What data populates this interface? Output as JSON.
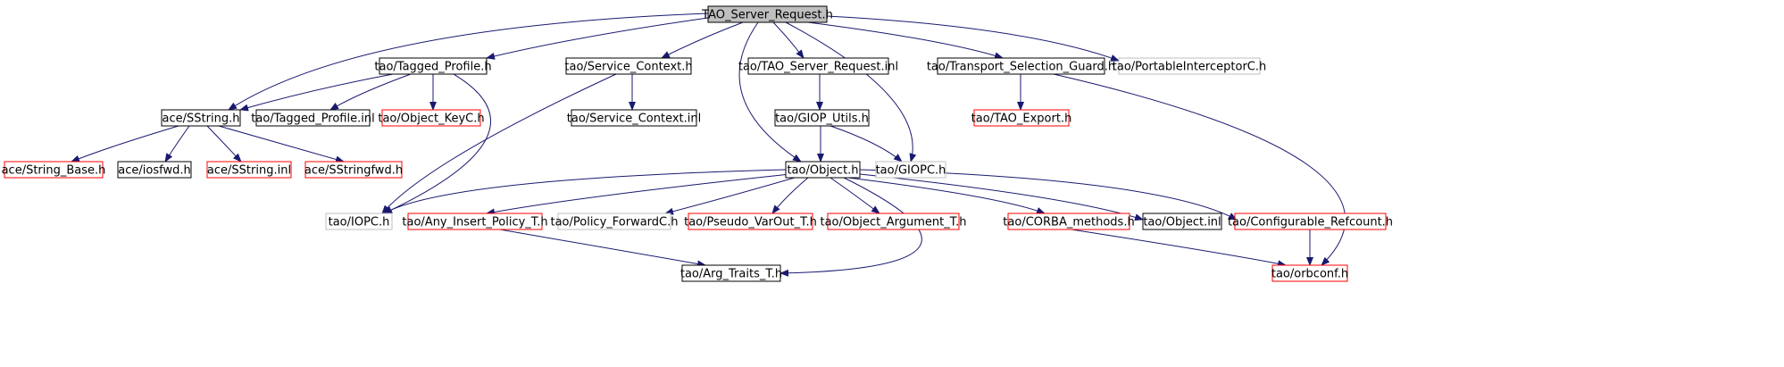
{
  "graph": {
    "nodes": [
      {
        "id": "root",
        "label": "TAO_Server_Request.h",
        "style": "root"
      },
      {
        "id": "tagged_profile_h",
        "label": "tao/Tagged_Profile.h",
        "style": "black"
      },
      {
        "id": "service_context_h",
        "label": "tao/Service_Context.h",
        "style": "black"
      },
      {
        "id": "tao_server_request_inl",
        "label": "tao/TAO_Server_Request.inl",
        "style": "black"
      },
      {
        "id": "transport_selection_guard_h",
        "label": "tao/Transport_Selection_Guard.h",
        "style": "black"
      },
      {
        "id": "portable_interceptorc_h",
        "label": "tao/PortableInterceptorC.h",
        "style": "gray"
      },
      {
        "id": "sstring_h",
        "label": "ace/SString.h",
        "style": "black"
      },
      {
        "id": "tagged_profile_inl",
        "label": "tao/Tagged_Profile.inl",
        "style": "black"
      },
      {
        "id": "object_keyc_h",
        "label": "tao/Object_KeyC.h",
        "style": "red"
      },
      {
        "id": "service_context_inl",
        "label": "tao/Service_Context.inl",
        "style": "black"
      },
      {
        "id": "giop_utils_h",
        "label": "tao/GIOP_Utils.h",
        "style": "black"
      },
      {
        "id": "tao_export_h",
        "label": "tao/TAO_Export.h",
        "style": "red"
      },
      {
        "id": "string_base_h",
        "label": "ace/String_Base.h",
        "style": "red"
      },
      {
        "id": "iosfwd_h",
        "label": "ace/iosfwd.h",
        "style": "black"
      },
      {
        "id": "sstring_inl",
        "label": "ace/SString.inl",
        "style": "red"
      },
      {
        "id": "sstringfwd_h",
        "label": "ace/SStringfwd.h",
        "style": "red"
      },
      {
        "id": "object_h",
        "label": "tao/Object.h",
        "style": "black"
      },
      {
        "id": "giopc_h",
        "label": "tao/GIOPC.h",
        "style": "gray"
      },
      {
        "id": "iopc_h",
        "label": "tao/IOPC.h",
        "style": "gray"
      },
      {
        "id": "any_insert_policy_t_h",
        "label": "tao/Any_Insert_Policy_T.h",
        "style": "red"
      },
      {
        "id": "policy_forwardc_h",
        "label": "tao/Policy_ForwardC.h",
        "style": "gray"
      },
      {
        "id": "pseudo_varout_t_h",
        "label": "tao/Pseudo_VarOut_T.h",
        "style": "red"
      },
      {
        "id": "object_argument_t_h",
        "label": "tao/Object_Argument_T.h",
        "style": "red"
      },
      {
        "id": "corba_methods_h",
        "label": "tao/CORBA_methods.h",
        "style": "red"
      },
      {
        "id": "object_inl",
        "label": "tao/Object.inl",
        "style": "black"
      },
      {
        "id": "configurable_refcount_h",
        "label": "tao/Configurable_Refcount.h",
        "style": "red"
      },
      {
        "id": "arg_traits_t_h",
        "label": "tao/Arg_Traits_T.h",
        "style": "black"
      },
      {
        "id": "orbconf_h",
        "label": "tao/orbconf.h",
        "style": "red"
      }
    ],
    "edges": [
      {
        "from": "root",
        "to": "sstring_h"
      },
      {
        "from": "root",
        "to": "tagged_profile_h"
      },
      {
        "from": "root",
        "to": "service_context_h"
      },
      {
        "from": "root",
        "to": "object_h"
      },
      {
        "from": "root",
        "to": "tao_server_request_inl"
      },
      {
        "from": "root",
        "to": "giopc_h"
      },
      {
        "from": "root",
        "to": "transport_selection_guard_h"
      },
      {
        "from": "root",
        "to": "portable_interceptorc_h"
      },
      {
        "from": "tagged_profile_h",
        "to": "sstring_h"
      },
      {
        "from": "tagged_profile_h",
        "to": "tagged_profile_inl"
      },
      {
        "from": "tagged_profile_h",
        "to": "object_keyc_h"
      },
      {
        "from": "tagged_profile_h",
        "to": "iopc_h"
      },
      {
        "from": "service_context_h",
        "to": "service_context_inl"
      },
      {
        "from": "service_context_h",
        "to": "iopc_h"
      },
      {
        "from": "tao_server_request_inl",
        "to": "giop_utils_h"
      },
      {
        "from": "transport_selection_guard_h",
        "to": "tao_export_h"
      },
      {
        "from": "transport_selection_guard_h",
        "to": "orbconf_h"
      },
      {
        "from": "sstring_h",
        "to": "string_base_h"
      },
      {
        "from": "sstring_h",
        "to": "iosfwd_h"
      },
      {
        "from": "sstring_h",
        "to": "sstring_inl"
      },
      {
        "from": "sstring_h",
        "to": "sstringfwd_h"
      },
      {
        "from": "giop_utils_h",
        "to": "object_h"
      },
      {
        "from": "giop_utils_h",
        "to": "giopc_h"
      },
      {
        "from": "object_h",
        "to": "iopc_h"
      },
      {
        "from": "object_h",
        "to": "any_insert_policy_t_h"
      },
      {
        "from": "object_h",
        "to": "policy_forwardc_h"
      },
      {
        "from": "object_h",
        "to": "pseudo_varout_t_h"
      },
      {
        "from": "object_h",
        "to": "object_argument_t_h"
      },
      {
        "from": "object_h",
        "to": "corba_methods_h"
      },
      {
        "from": "object_h",
        "to": "object_inl"
      },
      {
        "from": "object_h",
        "to": "configurable_refcount_h"
      },
      {
        "from": "object_h",
        "to": "arg_traits_t_h"
      },
      {
        "from": "any_insert_policy_t_h",
        "to": "arg_traits_t_h"
      },
      {
        "from": "corba_methods_h",
        "to": "orbconf_h"
      },
      {
        "from": "configurable_refcount_h",
        "to": "orbconf_h"
      }
    ],
    "colors": {
      "edge": "#191970",
      "root_fill": "#bfbfbf",
      "black_border": "#000000",
      "red_border": "#ff0000",
      "gray_border": "#bfbfbf",
      "text": "#000000"
    }
  }
}
